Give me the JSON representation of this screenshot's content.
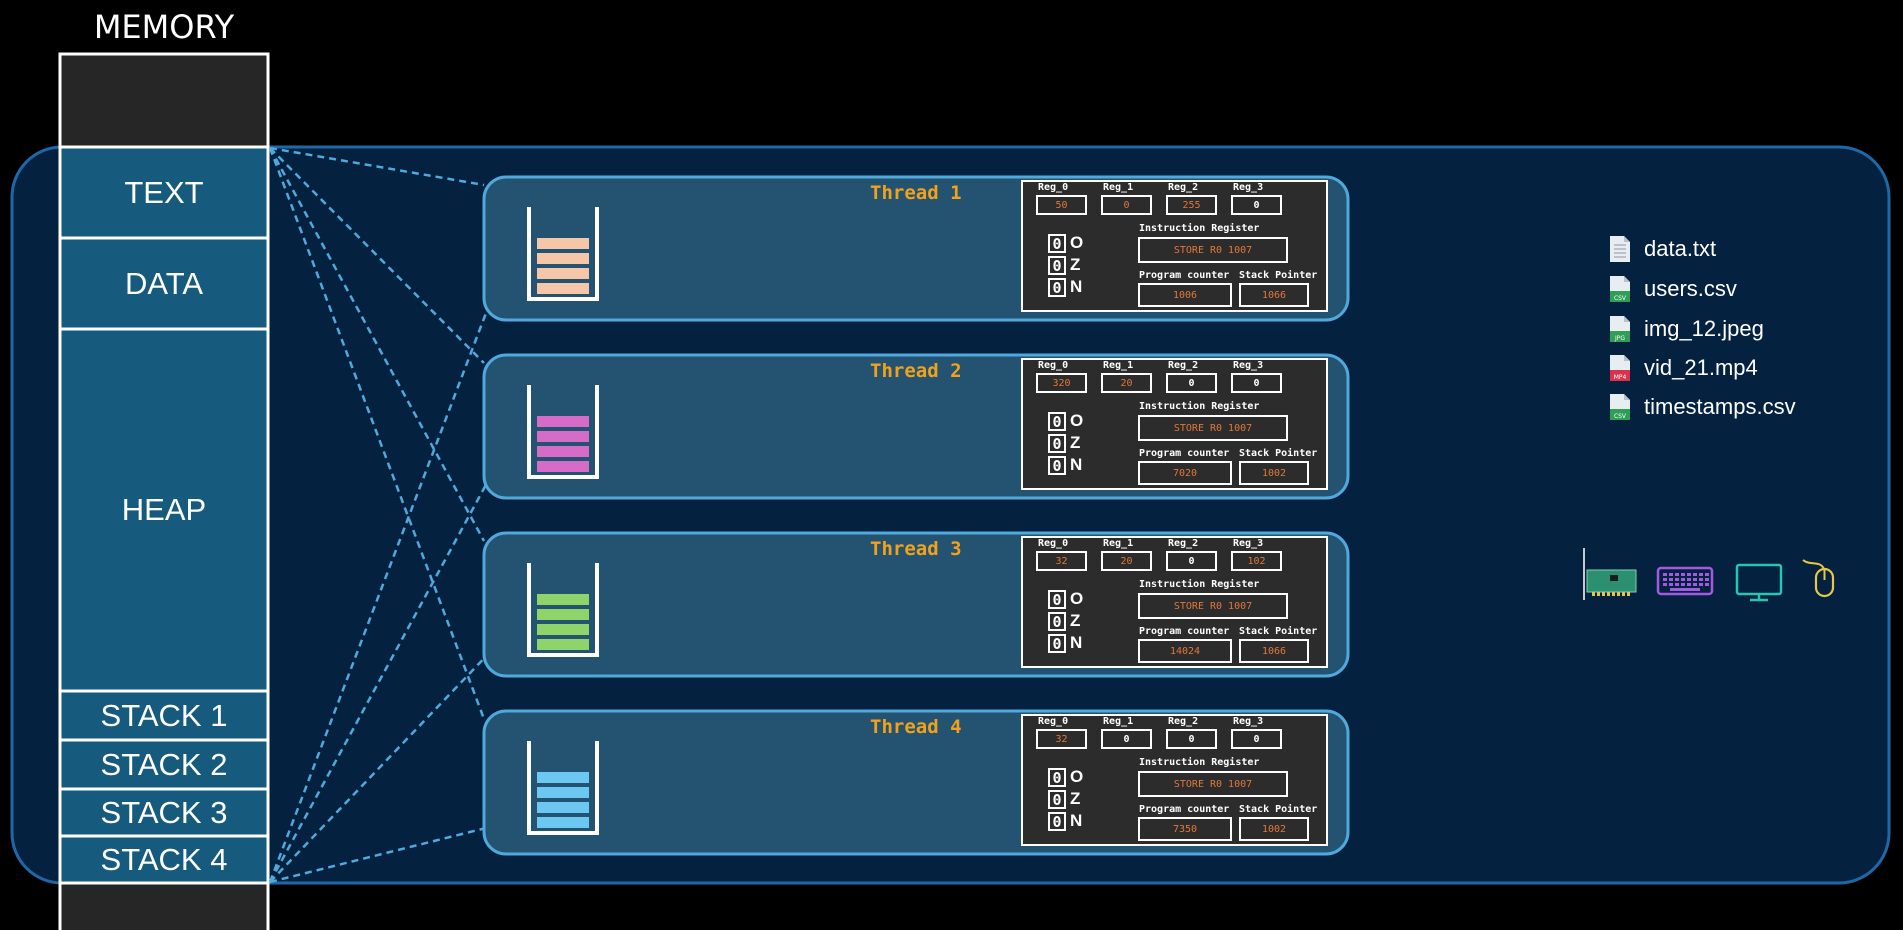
{
  "memory": {
    "title": "MEMORY",
    "segments": [
      {
        "id": "text",
        "label": "TEXT"
      },
      {
        "id": "data",
        "label": "DATA"
      },
      {
        "id": "heap",
        "label": "HEAP"
      },
      {
        "id": "stack-1",
        "label": "STACK 1"
      },
      {
        "id": "stack-2",
        "label": "STACK 2"
      },
      {
        "id": "stack-3",
        "label": "STACK 3"
      },
      {
        "id": "stack-4",
        "label": "STACK 4"
      }
    ]
  },
  "labels": {
    "instruction_register": "Instruction Register",
    "program_counter": "Program counter",
    "stack_pointer": "Stack Pointer",
    "reg_names": [
      "Reg_0",
      "Reg_1",
      "Reg_2",
      "Reg_3"
    ],
    "flags": [
      "O",
      "Z",
      "N"
    ]
  },
  "threads": [
    {
      "title": "Thread 1",
      "regs": [
        "50",
        "0",
        "255",
        "0"
      ],
      "reg_active": [
        true,
        true,
        true,
        false
      ],
      "flags": [
        "0",
        "0",
        "0"
      ],
      "instruction": "STORE R0 1007",
      "pc": "1006",
      "sp": "1066",
      "stack_color": "#f5c6a8"
    },
    {
      "title": "Thread 2",
      "regs": [
        "320",
        "20",
        "0",
        "0"
      ],
      "reg_active": [
        true,
        true,
        false,
        false
      ],
      "flags": [
        "0",
        "0",
        "0"
      ],
      "instruction": "STORE R0 1007",
      "pc": "7020",
      "sp": "1002",
      "stack_color": "#d66cc8"
    },
    {
      "title": "Thread 3",
      "regs": [
        "32",
        "20",
        "0",
        "102"
      ],
      "reg_active": [
        true,
        true,
        false,
        true
      ],
      "flags": [
        "0",
        "0",
        "0"
      ],
      "instruction": "STORE R0 1007",
      "pc": "14024",
      "sp": "1066",
      "stack_color": "#8fd46b"
    },
    {
      "title": "Thread 4",
      "regs": [
        "32",
        "0",
        "0",
        "0"
      ],
      "reg_active": [
        true,
        false,
        false,
        false
      ],
      "flags": [
        "0",
        "0",
        "0"
      ],
      "instruction": "STORE R0 1007",
      "pc": "7350",
      "sp": "1002",
      "stack_color": "#6cc8f0"
    }
  ],
  "files": [
    {
      "name": "data.txt",
      "icon": "text-file-icon"
    },
    {
      "name": "users.csv",
      "icon": "csv-file-icon"
    },
    {
      "name": "img_12.jpeg",
      "icon": "image-file-icon"
    },
    {
      "name": "vid_21.mp4",
      "icon": "video-file-icon"
    },
    {
      "name": "timestamps.csv",
      "icon": "csv-file-icon"
    }
  ],
  "devices": [
    {
      "icon": "network-card-icon"
    },
    {
      "icon": "keyboard-icon"
    },
    {
      "icon": "monitor-icon"
    },
    {
      "icon": "mouse-icon"
    }
  ],
  "colors": {
    "process_bg": "#04213f",
    "process_border": "#1f68a8",
    "segment_bg": "#165a7e",
    "thread_bg": "#245372",
    "thread_border": "#4fa9dc",
    "register_panel": "#2c2c2c",
    "value_orange": "#e0783a",
    "title_orange": "#f2a21a",
    "dash": "#4fa9dc"
  },
  "text_labels": {
    "csv_tag": "CSV",
    "jpg_tag": "JPG",
    "mp4_tag": "MP4"
  }
}
